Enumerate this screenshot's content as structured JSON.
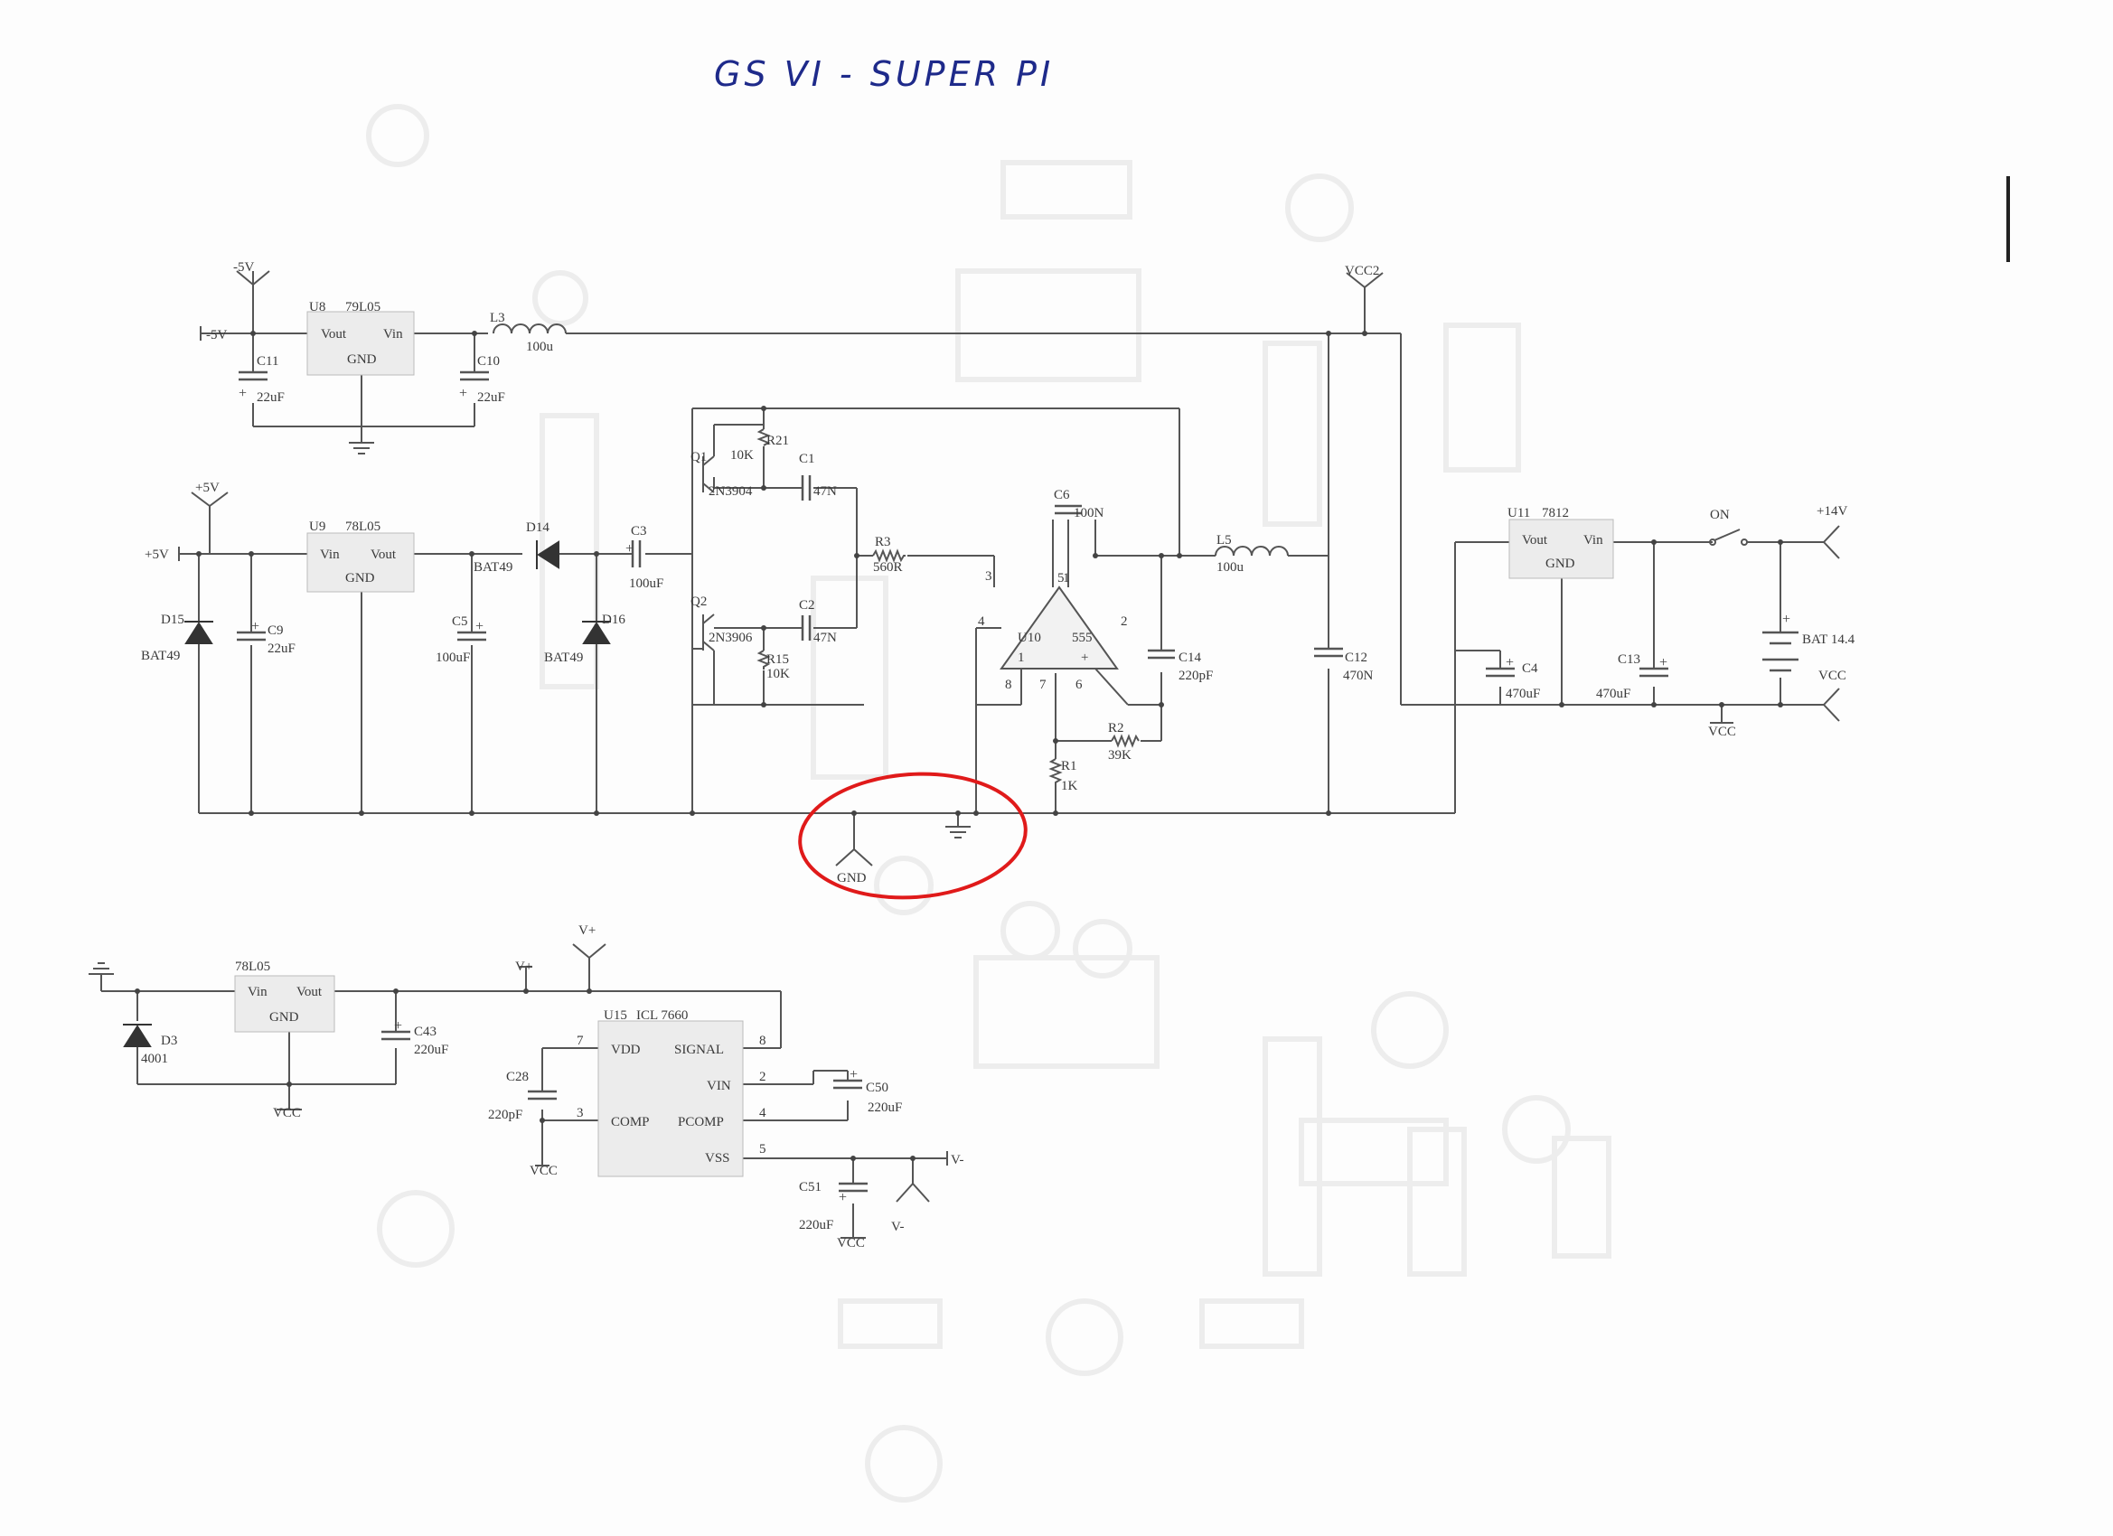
{
  "title": "GS VI - SUPER PI",
  "colors": {
    "ink": "#3a3a3a",
    "wire": "#555555",
    "pen": "#1e2a8a",
    "highlight": "#e01a1a",
    "paper": "#fdfdfd",
    "box": "#ececec"
  },
  "labels": {
    "neg5v_rail": "-5V",
    "neg5v_in": "-5V",
    "u8_ref": "U8",
    "u8_part": "79L05",
    "u8_vout": "Vout",
    "u8_vin": "Vin",
    "u8_gnd": "GND",
    "c11_ref": "C11",
    "c11_val": "22uF",
    "c10_ref": "C10",
    "c10_val": "22uF",
    "l3_ref": "L3",
    "l3_val": "100u",
    "vcc2": "VCC2",
    "pos5v_rail": "+5V",
    "pos5v_in": "+5V",
    "u9_ref": "U9",
    "u9_part": "78L05",
    "u9_vin": "Vin",
    "u9_vout": "Vout",
    "u9_gnd": "GND",
    "d15_ref": "D15",
    "d15_val": "BAT49",
    "c9_ref": "C9",
    "c9_val": "22uF",
    "c5_ref": "C5",
    "c5_val": "100uF",
    "d14_ref": "D14",
    "d14_val": "BAT49",
    "d16_ref": "D16",
    "d16_val": "BAT49",
    "c3_ref": "C3",
    "c3_val": "100uF",
    "r21_ref": "R21",
    "r21_val": "10K",
    "q1_ref": "Q1",
    "q1_val": "2N3904",
    "q2_ref": "Q2",
    "q2_val": "2N3906",
    "c1_ref": "C1",
    "c1_val": "47N",
    "c2_ref": "C2",
    "c2_val": "47N",
    "r15_ref": "R15",
    "r15_val": "10K",
    "r3_ref": "R3",
    "r3_val": "560R",
    "c6_ref": "C6",
    "c6_val": "100N",
    "u10_ref": "U10",
    "u10_part": "555",
    "pin3": "3",
    "pin5": "5",
    "pin1": "1",
    "pin4": "4",
    "pin2": "2",
    "pin8": "8",
    "pin7": "7",
    "pin6": "6",
    "opamp_minus": "1",
    "opamp_plus": "+",
    "c14_ref": "C14",
    "c14_val": "220pF",
    "l5_ref": "L5",
    "l5_val": "100u",
    "c12_ref": "C12",
    "c12_val": "470N",
    "r2_ref": "R2",
    "r2_val": "39K",
    "r1_ref": "R1",
    "r1_val": "1K",
    "gnd": "GND",
    "u11_ref": "U11",
    "u11_part": "7812",
    "u11_vout": "Vout",
    "u11_vin": "Vin",
    "u11_gnd": "GND",
    "c4_ref": "C4",
    "c4_val": "470uF",
    "c13_ref": "C13",
    "c13_val": "470uF",
    "on": "ON",
    "pos14v": "+14V",
    "bat_val": "BAT 14.4",
    "vcc_r": "VCC",
    "vcc_r2": "VCC",
    "u_78l05": "78L05",
    "b_vin": "Vin",
    "b_vout": "Vout",
    "b_gnd": "GND",
    "d3_ref": "D3",
    "d3_val": "4001",
    "c43_ref": "C43",
    "c43_val": "220uF",
    "vcc_b1": "VCC",
    "vplus_top": "V+",
    "vplus_mid": "V+",
    "u15_ref": "U15",
    "u15_part": "ICL 7660",
    "u15_vdd": "VDD",
    "u15_signal": "SIGNAL",
    "u15_vin": "VIN",
    "u15_comp": "COMP",
    "u15_pcomp": "PCOMP",
    "u15_vss": "VSS",
    "u15_p7": "7",
    "u15_p8": "8",
    "u15_p2": "2",
    "u15_p3": "3",
    "u15_p4": "4",
    "u15_p5": "5",
    "c28_ref": "C28",
    "c28_val": "220pF",
    "vcc_b2": "VCC",
    "c50_ref": "C50",
    "c50_val": "220uF",
    "c51_ref": "C51",
    "c51_val": "220uF",
    "vcc_b3": "VCC",
    "vminus_r": "V-",
    "vminus_b": "V-"
  }
}
